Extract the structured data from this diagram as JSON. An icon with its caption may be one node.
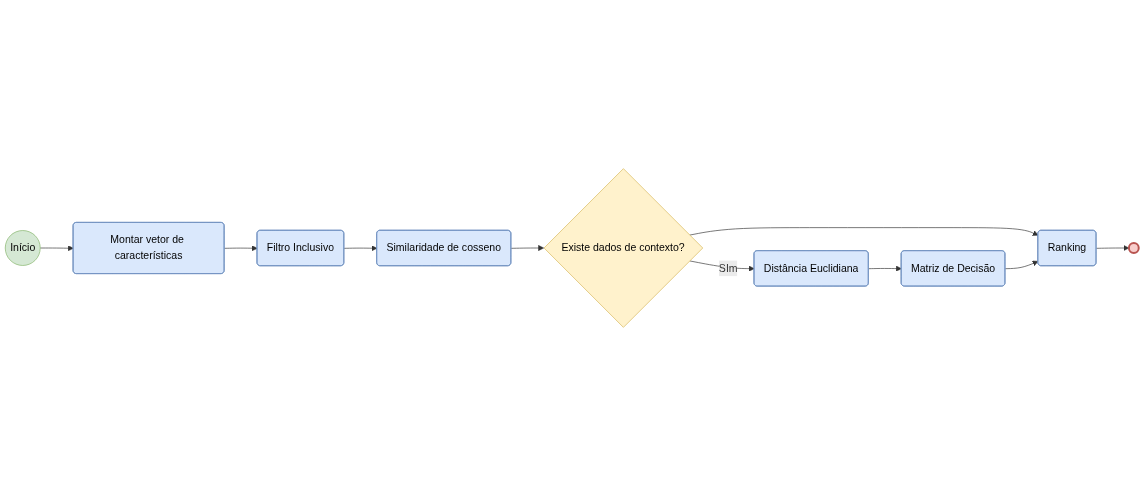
{
  "diagram": {
    "nodes": [
      {
        "text": [
          "Início"
        ]
      },
      {
        "text": [
          "Montar vetor de características"
        ]
      },
      {
        "text": [
          "Filtro Inclusivo"
        ]
      },
      {
        "text": [
          "Similaridade de cosseno"
        ]
      },
      {
        "text": [
          "Existe dados de contexto?"
        ]
      },
      {
        "text": [
          "Distância Euclidiana"
        ]
      },
      {
        "text": [
          "Matriz de Decisão"
        ]
      },
      {
        "text": [
          "Ranking"
        ]
      },
      {
        "text": [],
        "shape": "circle"
      }
    ],
    "edges": [
      {
        "from": 0,
        "to": 1,
        "arrow": "to"
      },
      {
        "from": 1,
        "to": 2,
        "arrow": "to"
      },
      {
        "from": 2,
        "to": 3,
        "arrow": "to"
      },
      {
        "from": 3,
        "to": 4,
        "arrow": "to"
      },
      {
        "from": 4,
        "to": 5,
        "arrow": "to",
        "label": "SIm"
      },
      {
        "from": 4,
        "to": 7,
        "arrow": "to"
      },
      {
        "from": 5,
        "to": 6,
        "arrow": "to"
      },
      {
        "from": 6,
        "to": 7,
        "arrow": "to"
      },
      {
        "from": 7,
        "to": 8,
        "arrow": "to"
      }
    ]
  }
}
